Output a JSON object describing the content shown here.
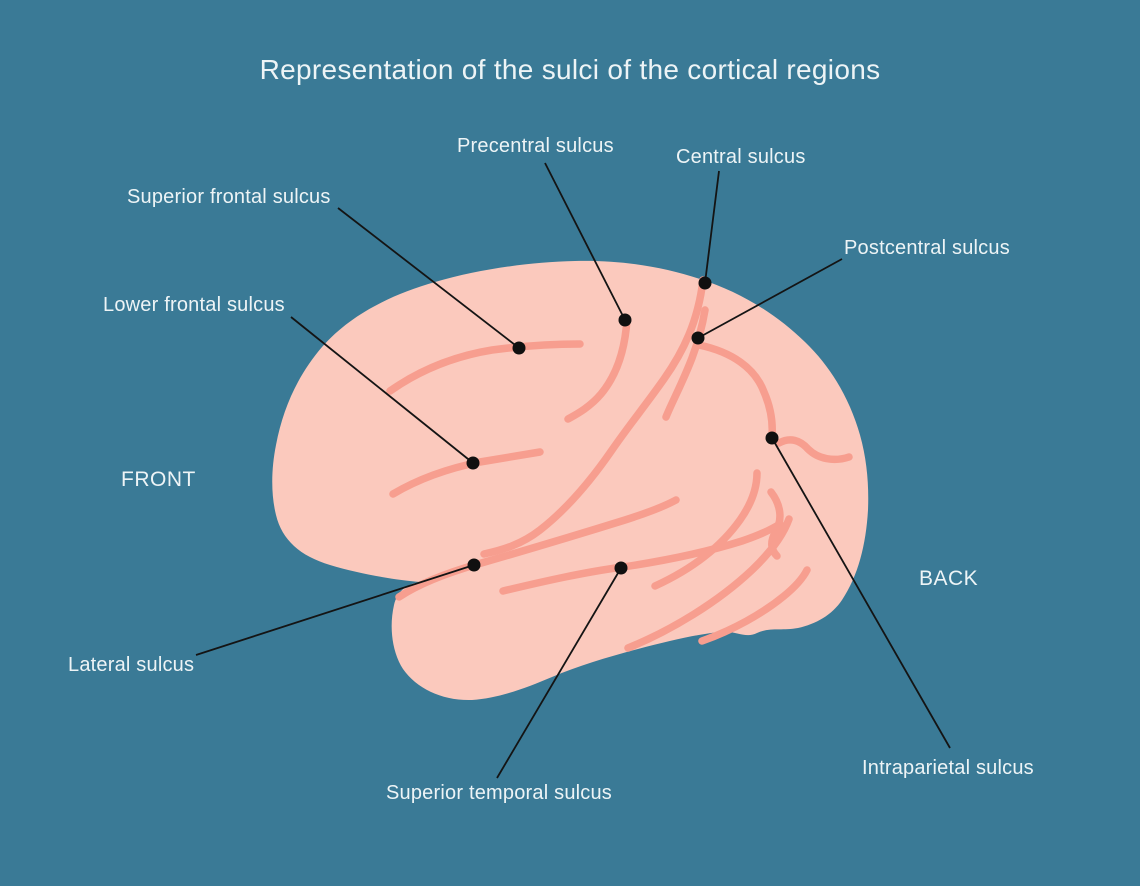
{
  "title": "Representation of the sulci of the cortical regions",
  "orientation": {
    "front": "FRONT",
    "back": "BACK"
  },
  "labels": {
    "precentral": "Precentral sulcus",
    "central": "Central sulcus",
    "superior_frontal": "Superior frontal sulcus",
    "postcentral": "Postcentral sulcus",
    "lower_frontal": "Lower frontal sulcus",
    "lateral": "Lateral sulcus",
    "superior_temporal": "Superior temporal sulcus",
    "intraparietal": "Intraparietal sulcus"
  },
  "colors": {
    "background": "#3a7a96",
    "brain": "#fbc9bd",
    "sulci": "#f79e8f",
    "leader": "#141414",
    "dot": "#101010",
    "text": "#edf4f6"
  }
}
